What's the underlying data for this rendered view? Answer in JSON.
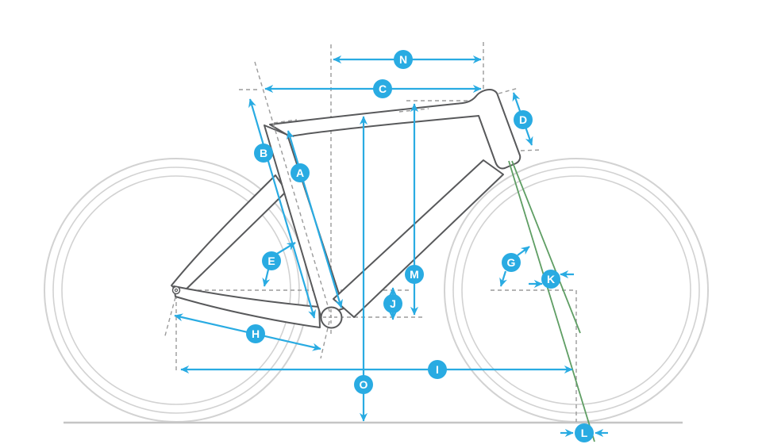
{
  "diagram": {
    "type": "bike-frame-geometry",
    "labels": {
      "a": "A",
      "b": "B",
      "c": "C",
      "d": "D",
      "e": "E",
      "g": "G",
      "h": "H",
      "i": "I",
      "j": "J",
      "k": "K",
      "l": "L",
      "m": "M",
      "n": "N",
      "o": "O"
    },
    "colors": {
      "dimension_accent": "#29abe2",
      "fork_axis_green": "#5f9e64",
      "frame_outline": "#58595b",
      "wheel_gray": "#d2d2d2",
      "ground_gray": "#c5c5c5",
      "dashed_reference": "#9b9b9b"
    }
  }
}
